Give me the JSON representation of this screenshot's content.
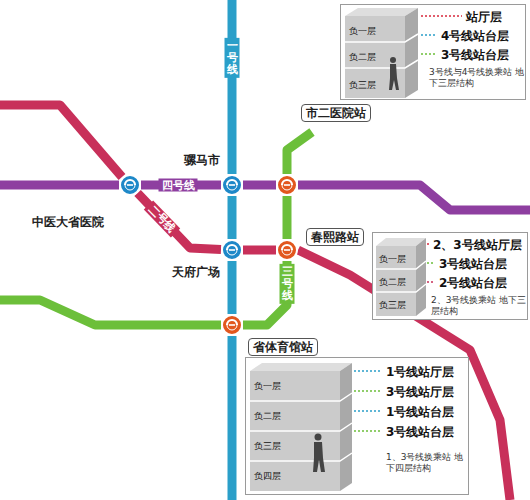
{
  "diagram": {
    "nodes": [
      {
        "text": [
          "中医大省医院"
        ]
      },
      {
        "text": [
          "骡马市"
        ]
      },
      {
        "text": [
          "市二医院站"
        ]
      },
      {
        "text": [
          "春熙路站"
        ]
      },
      {
        "text": [
          "天府广场"
        ]
      },
      {
        "text": [
          "省体育馆站"
        ]
      },
      {
        "text": [
          "站厅层",
          "4号线站台层",
          "3号线站台层",
          "负一层",
          "负二层",
          "负三层",
          "3号线与4号线换乘站 地下三层结构"
        ]
      },
      {
        "text": [
          "2、3号线站厅层",
          "3号线站台层",
          "2号线站台层",
          "负一层",
          "负二层",
          "负三层",
          "2、3号线换乘站 地下三层结构"
        ]
      },
      {
        "text": [
          "1号线站厅层",
          "3号线站厅层",
          "1号线站台层",
          "3号线站台层",
          "负一层",
          "负二层",
          "负三层",
          "负四层",
          "1、3号线换乘站 地下四层结构"
        ]
      }
    ],
    "edges": [
      {
        "from": 0,
        "to": 1,
        "arrow": "none",
        "label": "四号线"
      },
      {
        "from": 1,
        "to": 2,
        "arrow": "none"
      },
      {
        "from": 0,
        "to": 4,
        "arrow": "none",
        "label": "二号线"
      },
      {
        "from": 4,
        "to": 3,
        "arrow": "none"
      },
      {
        "from": 1,
        "to": 4,
        "arrow": "none"
      },
      {
        "from": 4,
        "to": 5,
        "arrow": "none"
      },
      {
        "from": 2,
        "to": 3,
        "arrow": "none"
      },
      {
        "from": 3,
        "to": 5,
        "arrow": "none",
        "label": "三号线"
      }
    ],
    "labels": [
      "一号线"
    ]
  }
}
